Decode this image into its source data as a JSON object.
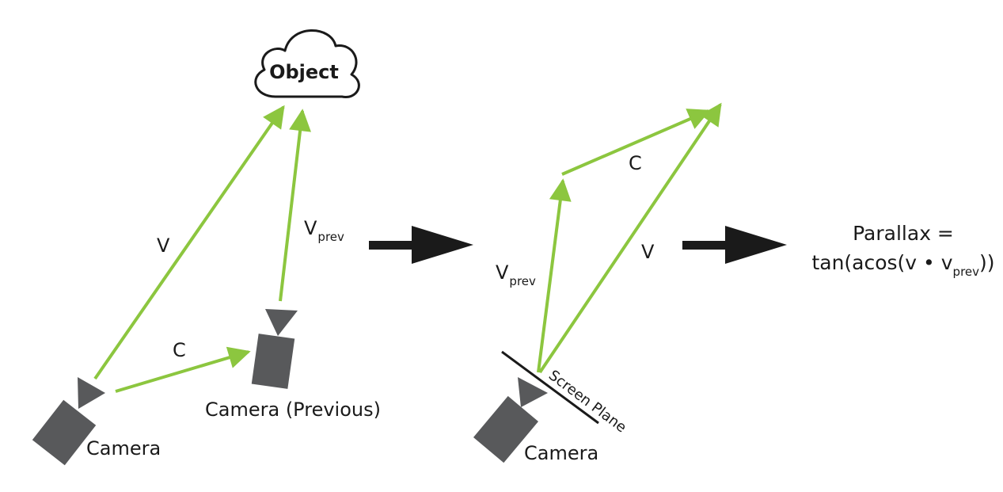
{
  "labels": {
    "object": "Object",
    "v": "V",
    "v_prev": "V",
    "v_prev_sub": "prev",
    "c": "C",
    "camera": "Camera",
    "camera_previous": "Camera (Previous)",
    "screen_plane": "Screen Plane",
    "formula_line1": "Parallax =",
    "formula_line2_a": "tan(acos(v • v",
    "formula_line2_sub": "prev",
    "formula_line2_b": "))"
  },
  "colors": {
    "vector": "#8cc63f",
    "camera": "#58595b",
    "arrow": "#1a1a1a",
    "text": "#1a1a1a"
  },
  "icons": {
    "object": "cloud-icon",
    "camera": "camera-icon",
    "flow_arrow": "arrow-right-icon"
  }
}
